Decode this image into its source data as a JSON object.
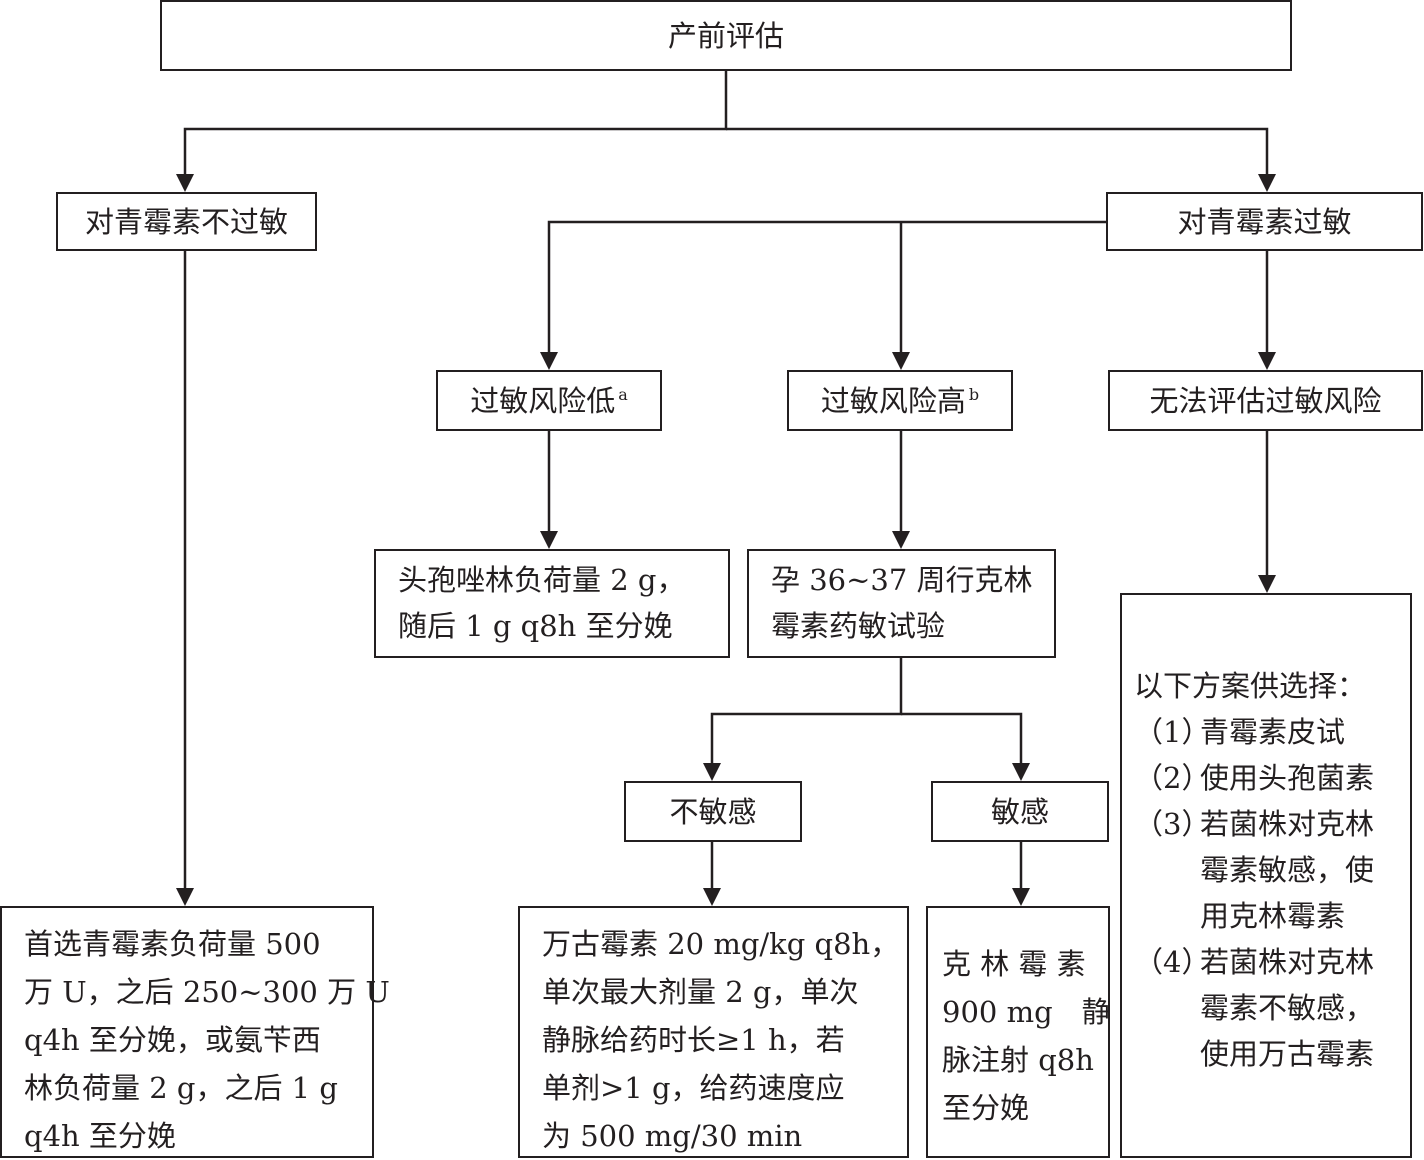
{
  "nodes": {
    "root": "产前评估",
    "not_allergic": "对青霉素不过敏",
    "allergic": "对青霉素过敏",
    "low_risk": "过敏风险低",
    "low_risk_mark": "a",
    "high_risk": "过敏风险高",
    "high_risk_mark": "b",
    "unknown_risk": "无法评估过敏风险",
    "cefazolin": [
      "头孢唑林负荷量 2 g，",
      "随后 1 g q8h 至分娩"
    ],
    "clinda_test": [
      "孕 36~37 周行克林",
      "霉素药敏试验"
    ],
    "not_sensitive": "不敏感",
    "sensitive": "敏感",
    "penicillin_plan": [
      "首选青霉素负荷量 500",
      "万 U，之后 250~300 万 U",
      "q4h 至分娩，或氨苄西",
      "林负荷量 2 g，之后 1 g",
      "q4h 至分娩"
    ],
    "vancomycin_plan": [
      "万古霉素 20 mg/kg q8h，",
      "单次最大剂量 2 g，单次",
      "静脉给药时长≥1 h，若",
      "单剂>1 g，给药速度应",
      "为 500 mg/30 min"
    ],
    "clinda_plan": [
      "克 林 霉 素",
      "900 mg　静",
      "脉注射 q8h",
      "至分娩"
    ],
    "options_title": "以下方案供选择：",
    "options": [
      {
        "num": "（1）",
        "lines": [
          "青霉素皮试"
        ]
      },
      {
        "num": "（2）",
        "lines": [
          "使用头孢菌素"
        ]
      },
      {
        "num": "（3）",
        "lines": [
          "若菌株对克林",
          "霉素敏感，使",
          "用克林霉素"
        ]
      },
      {
        "num": "（4）",
        "lines": [
          "若菌株对克林",
          "霉素不敏感，",
          "使用万古霉素"
        ]
      }
    ]
  }
}
